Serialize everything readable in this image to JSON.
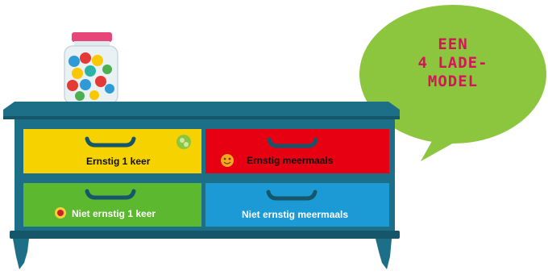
{
  "bubble": {
    "line1": "EEN",
    "line2": "4 LADE-",
    "line3": "MODEL"
  },
  "drawers": [
    {
      "label": "Ernstig 1 keer",
      "color": "#f5d200",
      "text_color": "#111111",
      "icon": "green-clover-icon"
    },
    {
      "label": "Ernstig meermaals",
      "color": "#e60012",
      "text_color": "#111111",
      "icon": "orange-face-icon"
    },
    {
      "label": "Niet ernstig 1 keer",
      "color": "#5cb82e",
      "text_color": "#ffffff",
      "icon": "red-dot-icon"
    },
    {
      "label": "Niet ernstig meermaals",
      "color": "#1b9ad6",
      "text_color": "#ffffff",
      "icon": ""
    }
  ],
  "colors": {
    "cabinet": "#1d6f87",
    "cabinet_dark": "#15566a",
    "bubble": "#8cc63f",
    "bubble_text": "#d6145a",
    "jar_lid": "#e8457a"
  }
}
